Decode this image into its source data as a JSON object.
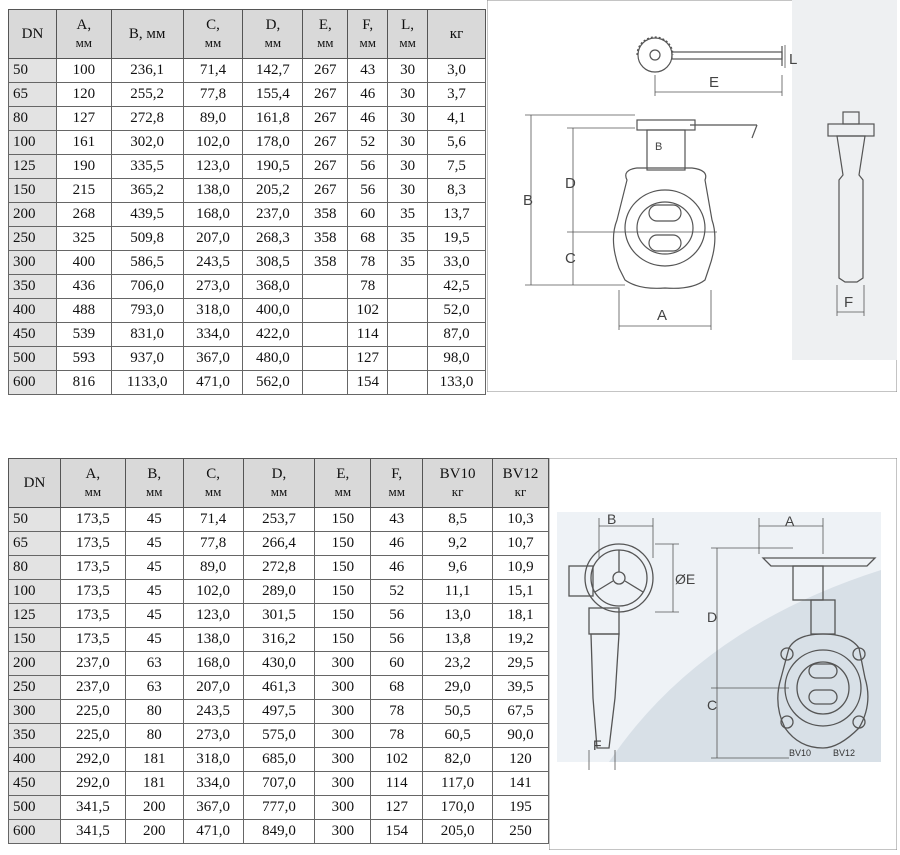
{
  "table1": {
    "headers": [
      {
        "main": "DN",
        "unit": ""
      },
      {
        "main": "А,",
        "unit": "мм"
      },
      {
        "main": "В, мм",
        "unit": ""
      },
      {
        "main": "С,",
        "unit": "мм"
      },
      {
        "main": "D,",
        "unit": "мм"
      },
      {
        "main": "Е,",
        "unit": "мм"
      },
      {
        "main": "F,",
        "unit": "мм"
      },
      {
        "main": "L,",
        "unit": "мм"
      },
      {
        "main": "кг",
        "unit": ""
      }
    ],
    "rows": [
      [
        "50",
        "100",
        "236,1",
        "71,4",
        "142,7",
        "267",
        "43",
        "30",
        "3,0"
      ],
      [
        "65",
        "120",
        "255,2",
        "77,8",
        "155,4",
        "267",
        "46",
        "30",
        "3,7"
      ],
      [
        "80",
        "127",
        "272,8",
        "89,0",
        "161,8",
        "267",
        "46",
        "30",
        "4,1"
      ],
      [
        "100",
        "161",
        "302,0",
        "102,0",
        "178,0",
        "267",
        "52",
        "30",
        "5,6"
      ],
      [
        "125",
        "190",
        "335,5",
        "123,0",
        "190,5",
        "267",
        "56",
        "30",
        "7,5"
      ],
      [
        "150",
        "215",
        "365,2",
        "138,0",
        "205,2",
        "267",
        "56",
        "30",
        "8,3"
      ],
      [
        "200",
        "268",
        "439,5",
        "168,0",
        "237,0",
        "358",
        "60",
        "35",
        "13,7"
      ],
      [
        "250",
        "325",
        "509,8",
        "207,0",
        "268,3",
        "358",
        "68",
        "35",
        "19,5"
      ],
      [
        "300",
        "400",
        "586,5",
        "243,5",
        "308,5",
        "358",
        "78",
        "35",
        "33,0"
      ],
      [
        "350",
        "436",
        "706,0",
        "273,0",
        "368,0",
        "",
        "78",
        "",
        "42,5"
      ],
      [
        "400",
        "488",
        "793,0",
        "318,0",
        "400,0",
        "",
        "102",
        "",
        "52,0"
      ],
      [
        "450",
        "539",
        "831,0",
        "334,0",
        "422,0",
        "",
        "114",
        "",
        "87,0"
      ],
      [
        "500",
        "593",
        "937,0",
        "367,0",
        "480,0",
        "",
        "127",
        "",
        "98,0"
      ],
      [
        "600",
        "816",
        "1133,0",
        "471,0",
        "562,0",
        "",
        "154",
        "",
        "133,0"
      ]
    ]
  },
  "table2": {
    "headers": [
      {
        "main": "DN",
        "unit": ""
      },
      {
        "main": "А,",
        "unit": "мм"
      },
      {
        "main": "В,",
        "unit": "мм"
      },
      {
        "main": "С,",
        "unit": "мм"
      },
      {
        "main": "D,",
        "unit": "мм"
      },
      {
        "main": "Е,",
        "unit": "мм"
      },
      {
        "main": "F,",
        "unit": "мм"
      },
      {
        "main": "BV10",
        "unit": "кг"
      },
      {
        "main": "BV12",
        "unit": "кг"
      }
    ],
    "rows": [
      [
        "50",
        "173,5",
        "45",
        "71,4",
        "253,7",
        "150",
        "43",
        "8,5",
        "10,3"
      ],
      [
        "65",
        "173,5",
        "45",
        "77,8",
        "266,4",
        "150",
        "46",
        "9,2",
        "10,7"
      ],
      [
        "80",
        "173,5",
        "45",
        "89,0",
        "272,8",
        "150",
        "46",
        "9,6",
        "10,9"
      ],
      [
        "100",
        "173,5",
        "45",
        "102,0",
        "289,0",
        "150",
        "52",
        "11,1",
        "15,1"
      ],
      [
        "125",
        "173,5",
        "45",
        "123,0",
        "301,5",
        "150",
        "56",
        "13,0",
        "18,1"
      ],
      [
        "150",
        "173,5",
        "45",
        "138,0",
        "316,2",
        "150",
        "56",
        "13,8",
        "19,2"
      ],
      [
        "200",
        "237,0",
        "63",
        "168,0",
        "430,0",
        "300",
        "60",
        "23,2",
        "29,5"
      ],
      [
        "250",
        "237,0",
        "63",
        "207,0",
        "461,3",
        "300",
        "68",
        "29,0",
        "39,5"
      ],
      [
        "300",
        "225,0",
        "80",
        "243,5",
        "497,5",
        "300",
        "78",
        "50,5",
        "67,5"
      ],
      [
        "350",
        "225,0",
        "80",
        "273,0",
        "575,0",
        "300",
        "78",
        "60,5",
        "90,0"
      ],
      [
        "400",
        "292,0",
        "181",
        "318,0",
        "685,0",
        "300",
        "102",
        "82,0",
        "120"
      ],
      [
        "450",
        "292,0",
        "181",
        "334,0",
        "707,0",
        "300",
        "114",
        "117,0",
        "141"
      ],
      [
        "500",
        "341,5",
        "200",
        "367,0",
        "777,0",
        "300",
        "127",
        "170,0",
        "195"
      ],
      [
        "600",
        "341,5",
        "200",
        "471,0",
        "849,0",
        "300",
        "154",
        "205,0",
        "250"
      ]
    ]
  },
  "drawing1": {
    "labels": {
      "a": "A",
      "b": "B",
      "c": "C",
      "d": "D",
      "e": "E",
      "f": "F",
      "l": "L"
    }
  },
  "drawing2": {
    "labels": {
      "a": "A",
      "b": "B",
      "c": "C",
      "d": "D",
      "e": "ØE",
      "f": "F",
      "bv10": "BV10",
      "bv12": "BV12"
    }
  }
}
